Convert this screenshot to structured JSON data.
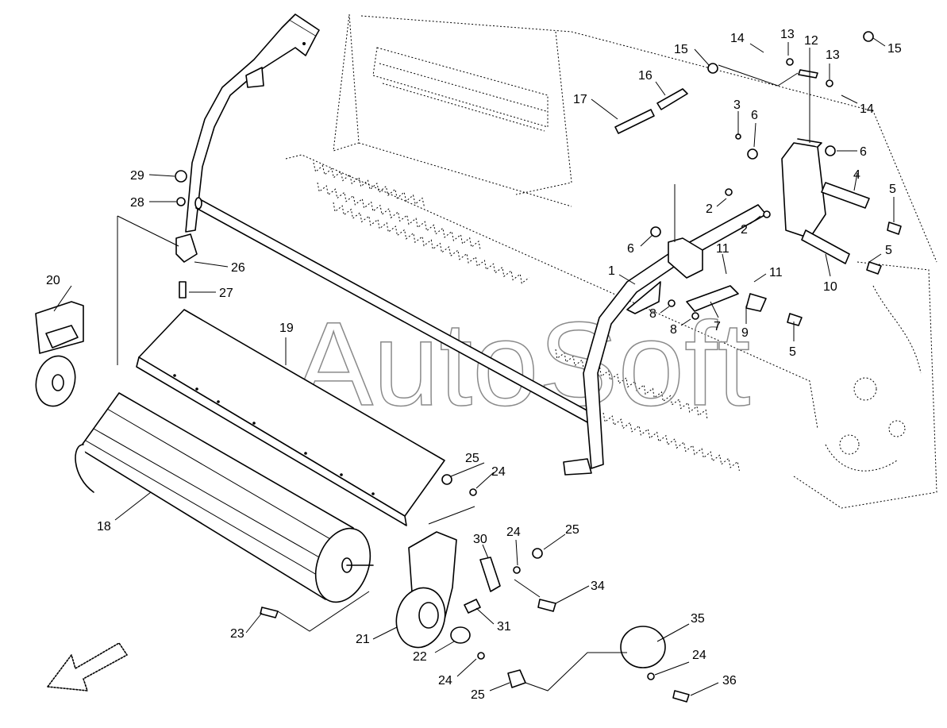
{
  "watermark": "AutoSoft",
  "labels": {
    "l1": "1",
    "l2a": "2",
    "l2b": "2",
    "l3": "3",
    "l4": "4",
    "l5a": "5",
    "l5b": "5",
    "l5c": "5",
    "l6a": "6",
    "l6b": "6",
    "l6c": "6",
    "l7": "7",
    "l8a": "8",
    "l8b": "8",
    "l9": "9",
    "l10": "10",
    "l11a": "11",
    "l11b": "11",
    "l12": "12",
    "l13a": "13",
    "l13b": "13",
    "l14a": "14",
    "l14b": "14",
    "l15a": "15",
    "l15b": "15",
    "l16": "16",
    "l17": "17",
    "l18": "18",
    "l19": "19",
    "l20": "20",
    "l21": "21",
    "l22": "22",
    "l23": "23",
    "l24a": "24",
    "l24b": "24",
    "l24c": "24",
    "l24d": "24",
    "l25a": "25",
    "l25b": "25",
    "l25c": "25",
    "l26": "26",
    "l27": "27",
    "l28": "28",
    "l29": "29",
    "l30": "30",
    "l31": "31",
    "l34": "34",
    "l35": "35",
    "l36": "36"
  }
}
